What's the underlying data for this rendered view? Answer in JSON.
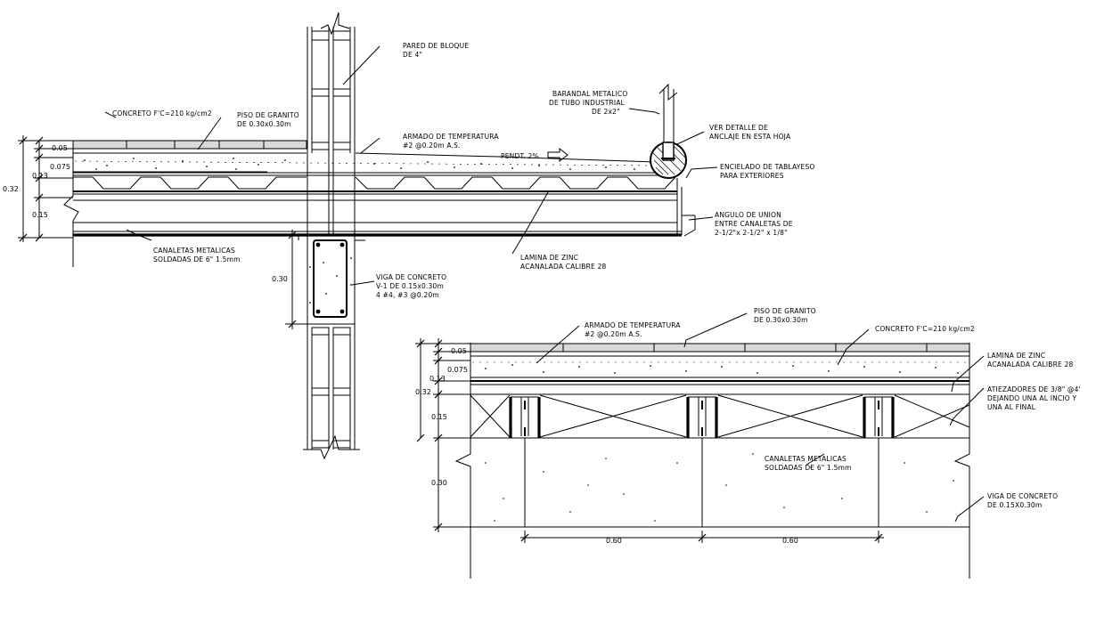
{
  "section_a": {
    "dims": [
      "0.05",
      "0.075",
      "0.13",
      "0.32",
      "0.15",
      "0.30"
    ],
    "labels": {
      "pared_1": "PARED DE BLOQUE",
      "pared_2": "DE 4\"",
      "concreto": "CONCRETO F'C=210 kg/cm2",
      "piso_1": "PISO DE GRANITO",
      "piso_2": "DE 0.30x0.30m",
      "armado_1": "ARMADO DE TEMPERATURA",
      "armado_2": "#2 @0.20m A.S.",
      "pendiente": "PENDT. 2%",
      "barandal_1": "BARANDAL METALICO",
      "barandal_2": "DE TUBO INDUSTRIAL",
      "barandal_3": "DE 2x2\"",
      "ver_detalle_1": "VER DETALLE DE",
      "ver_detalle_2": "ANCLAJE EN ESTA HOJA",
      "encielado_1": "ENCIELADO DE TABLAYESO",
      "encielado_2": "PARA EXTERIORES",
      "angulo_1": "ANGULO DE UNION",
      "angulo_2": "ENTRE CANALETAS DE",
      "angulo_3": "2-1/2\"x 2-1/2\" x 1/8\"",
      "canaletas_1": "CANALETAS METALICAS",
      "canaletas_2": "SOLDADAS DE 6\" 1.5mm",
      "lamina_1": "LAMINA DE ZINC",
      "lamina_2": "ACANALADA CALIBRE 28",
      "viga_1": "VIGA DE CONCRETO",
      "viga_2": "V-1 DE 0.15x0.30m",
      "viga_3": "4 #4, #3 @0.20m"
    }
  },
  "section_b": {
    "dims": [
      "0.05",
      "0.075",
      "0.13",
      "0.32",
      "0.15",
      "0.30",
      "0.60",
      "0.60"
    ],
    "labels": {
      "armado_1": "ARMADO DE TEMPERATURA",
      "armado_2": "#2 @0.20m A.S.",
      "piso_1": "PISO DE GRANITO",
      "piso_2": "DE 0.30x0.30m",
      "concreto": "CONCRETO F'C=210 kg/cm2",
      "lamina_1": "LAMINA DE ZINC",
      "lamina_2": "ACANALADA CALIBRE 28",
      "atiez_1": "ATIEZADORES DE 3/8\" @4'",
      "atiez_2": "DEJANDO UNA AL INCIO Y",
      "atiez_3": "UNA AL FINAL",
      "canaletas_1": "CANALETAS METALICAS",
      "canaletas_2": "SOLDADAS DE 6\" 1.5mm",
      "viga_1": "VIGA DE CONCRETO",
      "viga_2": "DE 0.15X0.30m"
    }
  },
  "colors": {
    "line": "#000000",
    "background": "#ffffff"
  }
}
